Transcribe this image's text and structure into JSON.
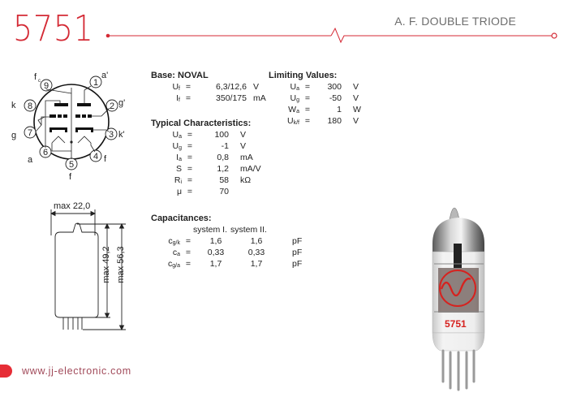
{
  "header": {
    "model": "5751",
    "subtitle": "A. F. DOUBLE TRIODE",
    "accent_color": "#d42a35"
  },
  "pin_diagram": {
    "base": "NOVAL",
    "pins": [
      {
        "num": "1",
        "label": "a'"
      },
      {
        "num": "2",
        "label": "g'"
      },
      {
        "num": "3",
        "label": "k'"
      },
      {
        "num": "4",
        "label": "f"
      },
      {
        "num": "5",
        "label": "f"
      },
      {
        "num": "6",
        "label": "a"
      },
      {
        "num": "7",
        "label": "g"
      },
      {
        "num": "8",
        "label": "k"
      },
      {
        "num": "9",
        "label": "fc"
      }
    ]
  },
  "base": {
    "title": "Base: NOVAL",
    "rows": [
      {
        "sym": "U",
        "sub": "f",
        "eq": "=",
        "val": "6,3/12,6",
        "unit": "V"
      },
      {
        "sym": "I",
        "sub": "f",
        "eq": "=",
        "val": "350/175",
        "unit": "mA"
      }
    ]
  },
  "limiting": {
    "title": "Limiting Values:",
    "rows": [
      {
        "sym": "U",
        "sub": "a",
        "eq": "=",
        "val": "300",
        "unit": "V"
      },
      {
        "sym": "U",
        "sub": "g",
        "eq": "=",
        "val": "-50",
        "unit": "V"
      },
      {
        "sym": "W",
        "sub": "a",
        "eq": "=",
        "val": "1",
        "unit": "W"
      },
      {
        "sym": "U",
        "sub": "k/f",
        "eq": "=",
        "val": "180",
        "unit": "V"
      }
    ]
  },
  "typical": {
    "title": "Typical Characteristics:",
    "rows": [
      {
        "sym": "U",
        "sub": "a",
        "eq": "=",
        "val": "100",
        "unit": "V"
      },
      {
        "sym": "U",
        "sub": "g",
        "eq": "=",
        "val": "-1",
        "unit": "V"
      },
      {
        "sym": "I",
        "sub": "a",
        "eq": "=",
        "val": "0,8",
        "unit": "mA"
      },
      {
        "sym": "S",
        "sub": "",
        "eq": "=",
        "val": "1,2",
        "unit": "mA/V"
      },
      {
        "sym": "R",
        "sub": "i",
        "eq": "=",
        "val": "58",
        "unit": "kΩ"
      },
      {
        "sym": "μ",
        "sub": "",
        "eq": "=",
        "val": "70",
        "unit": ""
      }
    ]
  },
  "capacitances": {
    "title": "Capacitances:",
    "col1": "system I.",
    "col2": "system II.",
    "rows": [
      {
        "sym": "c",
        "sub": "g/k",
        "eq": "=",
        "v1": "1,6",
        "v2": "1,6",
        "unit": "pF"
      },
      {
        "sym": "c",
        "sub": "a",
        "eq": "=",
        "v1": "0,33",
        "v2": "0,33",
        "unit": "pF"
      },
      {
        "sym": "c",
        "sub": "g/a",
        "eq": "=",
        "v1": "1,7",
        "v2": "1,7",
        "unit": "pF"
      }
    ]
  },
  "dimensions": {
    "width": "max 22,0",
    "body_height": "max 49,2",
    "total_height": "max 56,3"
  },
  "tube_photo": {
    "print": "5751"
  },
  "footer": {
    "url": "www.jj-electronic.com"
  }
}
